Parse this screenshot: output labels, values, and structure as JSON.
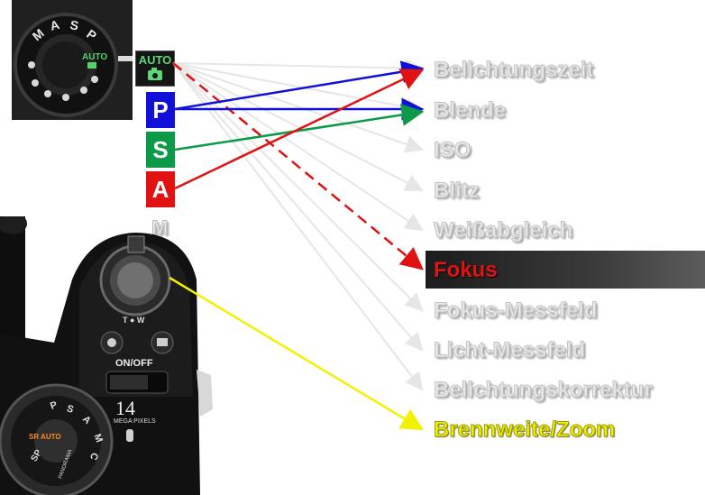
{
  "dial_top": {
    "letters": [
      "M",
      "A",
      "S",
      "P"
    ],
    "auto_label": "AUTO"
  },
  "modes": {
    "auto": {
      "label": "AUTO",
      "color": "#1a1a1a"
    },
    "p": {
      "label": "P",
      "color": "#1010d8"
    },
    "s": {
      "label": "S",
      "color": "#0c9a48"
    },
    "a": {
      "label": "A",
      "color": "#e01212"
    },
    "m": {
      "label": "M",
      "color": "#e8e8e8"
    }
  },
  "settings": [
    {
      "label": "Belichtungszeit",
      "style": "inactive"
    },
    {
      "label": "Blende",
      "style": "inactive"
    },
    {
      "label": "ISO",
      "style": "inactive"
    },
    {
      "label": "Blitz",
      "style": "inactive"
    },
    {
      "label": "Weißabgleich",
      "style": "inactive"
    },
    {
      "label": "Fokus",
      "style": "highlighted",
      "color": "#e01212"
    },
    {
      "label": "Fokus-Messfeld",
      "style": "inactive"
    },
    {
      "label": "Licht-Messfeld",
      "style": "inactive"
    },
    {
      "label": "Belichtungskorrektur",
      "style": "inactive"
    },
    {
      "label": "Brennweite/Zoom",
      "style": "accent",
      "color": "#f2f200"
    }
  ],
  "camera": {
    "zoom_label": "T ● W",
    "onoff_label": "ON/OFF",
    "megapixels_number": "14",
    "megapixels_label": "MEGA PIXELS",
    "dial_letters": [
      "P",
      "S",
      "A",
      "M",
      "C",
      "SP"
    ],
    "dial_sr_auto": "SR AUTO",
    "dial_panorama": "PANORAMA"
  },
  "arrow_colors": {
    "blue": "#1010d8",
    "green": "#0c9a48",
    "red": "#e01212",
    "yellow": "#f2f200",
    "faint": "#e6e6e6"
  }
}
